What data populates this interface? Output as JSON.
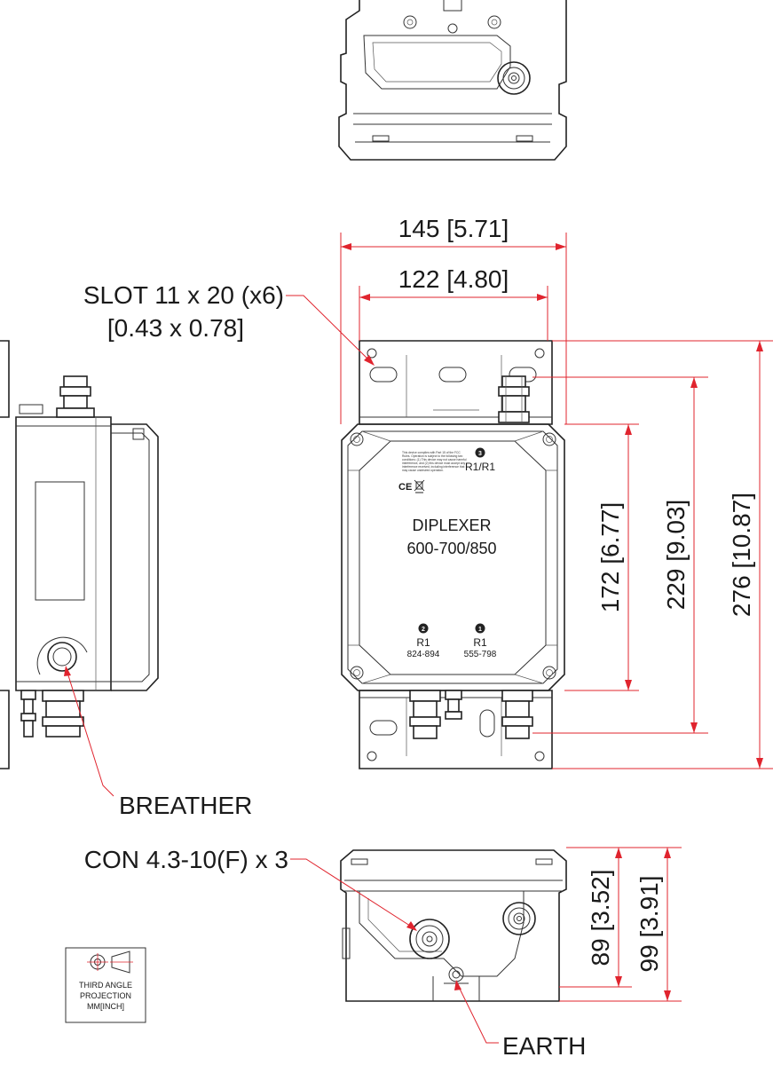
{
  "title_block": {
    "line1": "THIRD ANGLE",
    "line2": "PROJECTION",
    "line3": "MM[INCH]"
  },
  "callouts": {
    "slot_line1": "SLOT 11 x 20 (x6)",
    "slot_line2": "[0.43 x 0.78]",
    "breather": "BREATHER",
    "connector": "CON 4.3-10(F) x 3",
    "earth": "EARTH"
  },
  "dimensions": {
    "overall_width": "145 [5.71]",
    "slot_pitch_width": "122 [4.80]",
    "body_height": "172 [6.77]",
    "slot_pitch_height": "229 [9.03]",
    "overall_height": "276 [10.87]",
    "body_depth": "89 [3.52]",
    "overall_depth": "99 [3.91]"
  },
  "label_plate": {
    "product_line1": "DIPLEXER",
    "product_line2": "600-700/850",
    "port3_number": "3",
    "port3_label": "R1/R1",
    "port2_number": "2",
    "port2_label": "R1",
    "port2_range": "824-894",
    "port1_number": "1",
    "port1_label": "R1",
    "port1_range": "555-798",
    "fcc_lines": [
      "This device complies with Part 15 of the FCC",
      "Rules. Operation is subject to the following two",
      "conditions: (1) This device may not cause harmful",
      "interference, and (2) this device must accept any",
      "interference received, including interference that",
      "may cause undesired operation."
    ],
    "ce_mark": "CE",
    "weee_mark": "WEEE"
  },
  "colors": {
    "dimension": "#e0242e",
    "outline": "#222222"
  }
}
